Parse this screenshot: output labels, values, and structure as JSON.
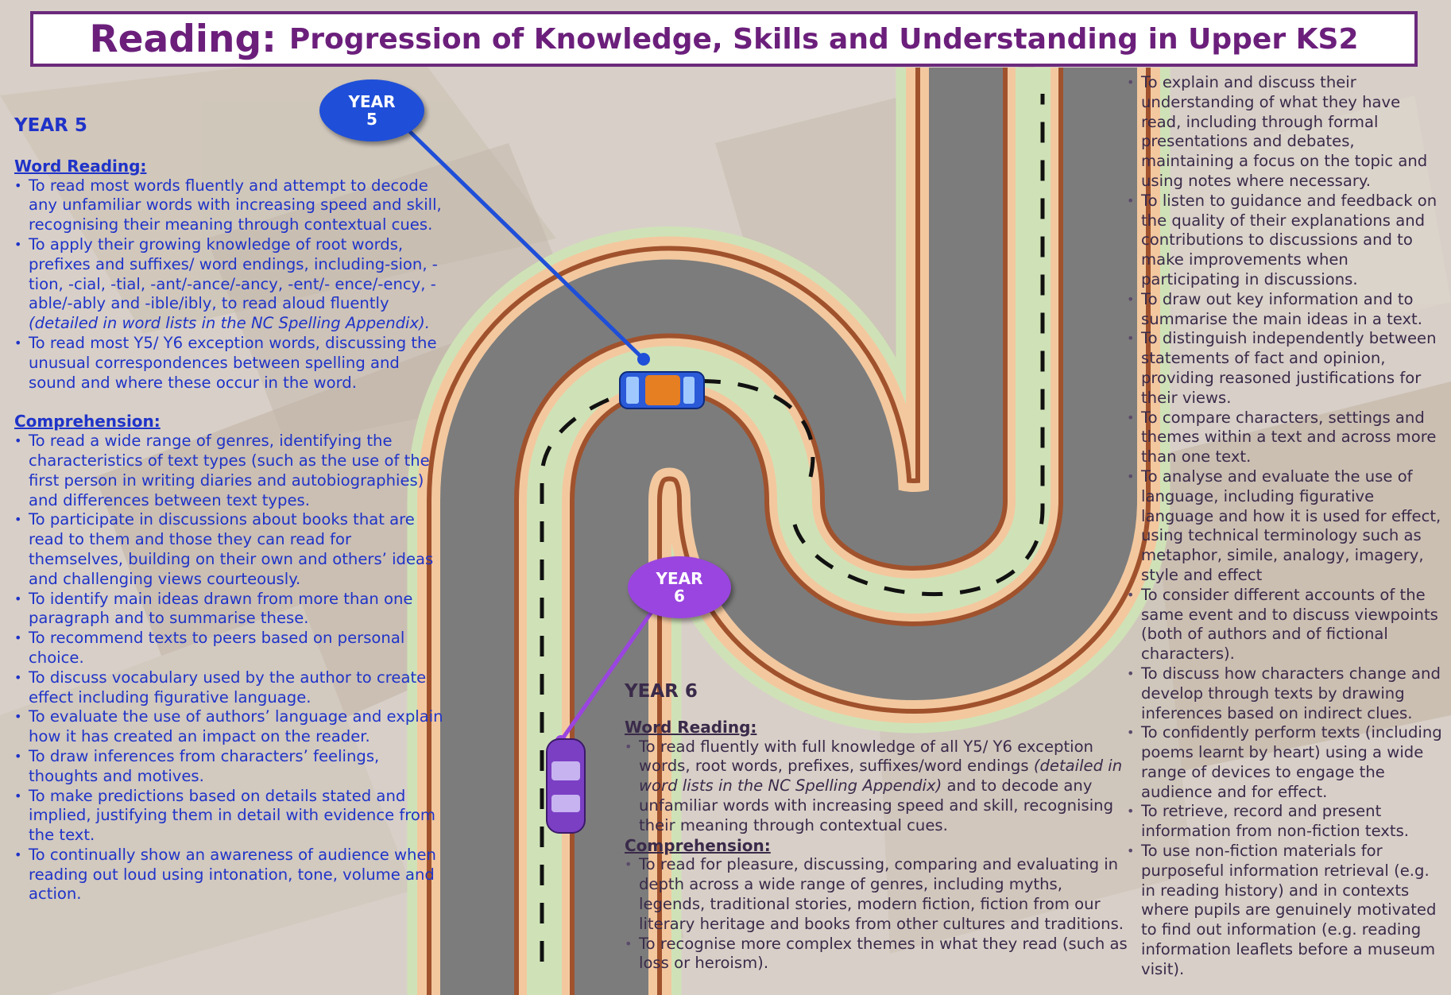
{
  "title": {
    "main": "Reading:",
    "sub": "Progression of Knowledge, Skills and Understanding in Upper KS2"
  },
  "markers": {
    "year5": {
      "line1": "YEAR",
      "line2": "5",
      "color": "#1f4fd8"
    },
    "year6": {
      "line1": "YEAR",
      "line2": "6",
      "color": "#9a45e0"
    }
  },
  "colors": {
    "title_border": "#6b2a7c",
    "title_text": "#6b1f7b",
    "year5_text": "#1f33c8",
    "road": "#7a7a7a",
    "road_edge": "#a0522d",
    "road_outer": "#f3c89f",
    "verge": "#cfe2b7"
  },
  "year5": {
    "heading": "YEAR 5",
    "word_reading": {
      "heading": "Word Reading:",
      "items": [
        "To read most words fluently and attempt to decode any unfamiliar words with increasing speed and skill, recognising their meaning through contextual cues.",
        "To apply their growing knowledge of root words, prefixes and suffixes/ word endings, including-sion, -tion, -cial, -tial, -ant/-ance/-ancy, -ent/- ence/-ency, -able/-ably and -ible/ibly, to read aloud fluently",
        "To read most Y5/ Y6 exception words, discussing the unusual correspondences between spelling and sound and where these occur in the word."
      ],
      "item2_note": "(detailed in word lists in the NC Spelling Appendix)."
    },
    "comprehension": {
      "heading": "Comprehension:",
      "items": [
        "To read a wide range of genres, identifying the characteristics of text types (such as the use of the first person in writing diaries and autobiographies) and differences between text types.",
        "To participate in discussions about books that are read to them and those they can read for themselves, building on their own and others’ ideas and challenging views courteously.",
        "To identify main ideas drawn from more than one paragraph and to summarise these.",
        "To recommend texts to peers based on personal choice.",
        "To discuss vocabulary used by the author to create effect including figurative language.",
        "To evaluate the use of authors’ language and explain how it has created an impact on the reader.",
        "To draw inferences from characters’ feelings, thoughts and motives.",
        "To make predictions based on details stated and implied, justifying them in detail with evidence from the text.",
        "To continually show an awareness of audience when reading out loud using intonation, tone, volume and action."
      ]
    }
  },
  "year6": {
    "heading": "YEAR 6",
    "word_reading": {
      "heading": "Word Reading:",
      "item1_a": "To read fluently with full knowledge of all Y5/ Y6 exception words, root words, prefixes, suffixes/word endings ",
      "item1_note": "(detailed in word lists in the NC Spelling Appendix)",
      "item1_b": " and to decode any unfamiliar words with increasing speed and skill, recognising their meaning through contextual cues."
    },
    "comprehension": {
      "heading": "Comprehension:",
      "items": [
        "To read for pleasure, discussing, comparing and evaluating in depth across a wide range of genres, including myths, legends, traditional stories, modern fiction, fiction from our literary heritage and books from other cultures and traditions.",
        "To recognise more complex themes in what they read (such as loss or heroism)."
      ]
    }
  },
  "right_column": {
    "items": [
      "To explain and discuss their understanding of what they have read, including through formal presentations and debates, maintaining a focus on the topic and using notes where necessary.",
      "To listen to guidance and feedback on the quality of their explanations and contributions to discussions and to make improvements when participating in discussions.",
      "To draw out key information and to summarise the main ideas in a text.",
      "To distinguish independently between statements of fact and opinion, providing reasoned justifications for their views.",
      "To compare characters, settings and themes within a text and across more than one text.",
      "To analyse and evaluate the use of language, including figurative language and how it is used for effect, using technical terminology such as metaphor, simile, analogy, imagery, style and effect",
      "To consider different accounts of the same event and to discuss viewpoints (both of authors and of fictional characters).",
      "To discuss how characters change and develop through texts by drawing inferences based on indirect clues.",
      "To confidently perform texts (including poems learnt by heart) using a wide range of devices to engage the audience and for effect.",
      "To retrieve, record and present information from non-fiction texts.",
      "To use non-fiction materials for purposeful information retrieval (e.g. in reading history) and in contexts where pupils are genuinely motivated to find out information (e.g. reading information leaflets before a museum visit)."
    ]
  }
}
